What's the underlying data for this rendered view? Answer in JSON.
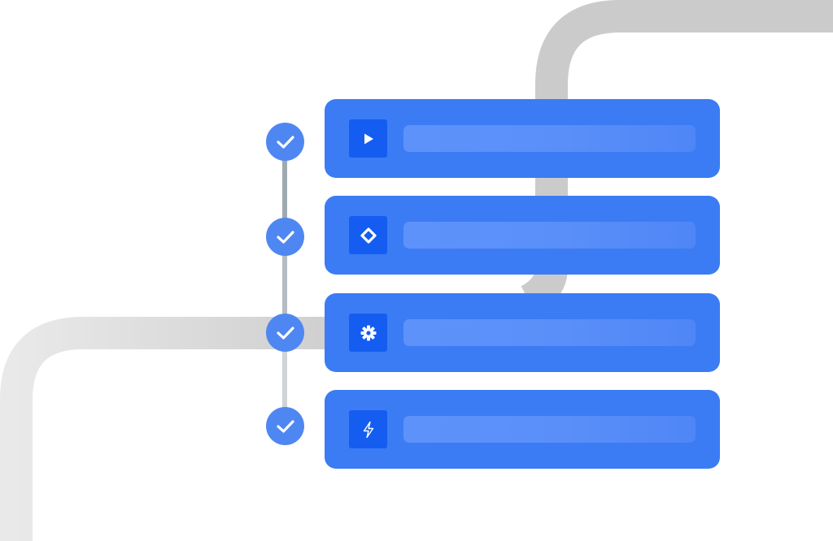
{
  "colors": {
    "card": "#3b7cf4",
    "card_icon_tile": "#145df0",
    "check_circle": "#4f87f2",
    "check_mark": "#ffffff",
    "connector_top": "#9eaab0",
    "connector_bottom": "#cfd4d8",
    "bg_path": "#cbcbcb"
  },
  "steps": [
    {
      "icon": "play-icon",
      "status": "complete"
    },
    {
      "icon": "diamond-icon",
      "status": "complete"
    },
    {
      "icon": "gear-icon",
      "status": "complete"
    },
    {
      "icon": "lightning-icon",
      "status": "complete"
    }
  ]
}
